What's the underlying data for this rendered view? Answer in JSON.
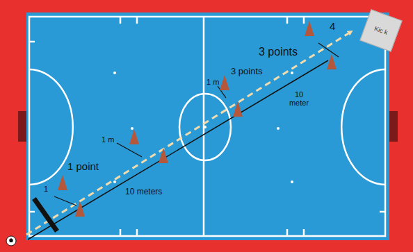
{
  "diagram": {
    "nodes": [
      {
        "text": [
          "Kic k"
        ]
      }
    ],
    "labels": [
      "1 point",
      "1",
      "10 meters",
      "1 m",
      "1 m",
      "3 points",
      "3 points",
      "10 meter",
      "4"
    ]
  }
}
